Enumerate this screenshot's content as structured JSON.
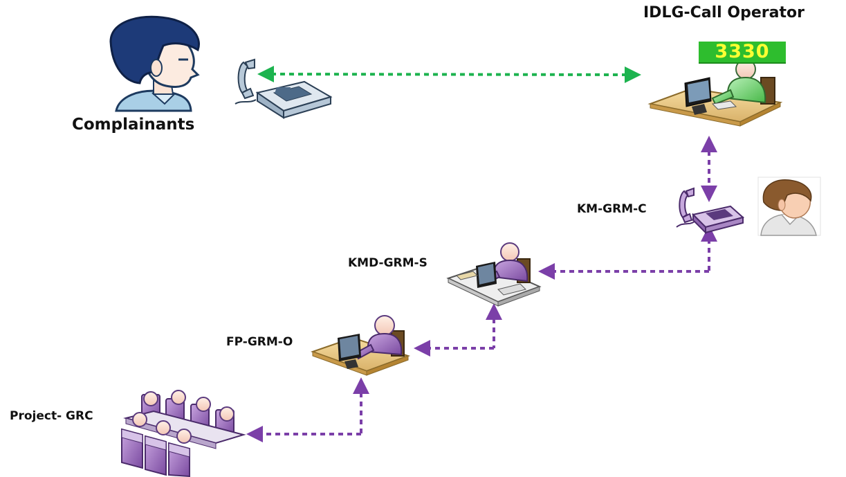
{
  "labels": {
    "complainants": "Complainants",
    "call_operator": "IDLG-Call Operator",
    "hotline": "3330",
    "km_grm_c": "KM-GRM-C",
    "kmd_grm_s": "KMD-GRM-S",
    "fp_grm_o": "FP-GRM-O",
    "project_grc": "Project- GRC"
  },
  "colors": {
    "green_arrow": "#1db34f",
    "purple_arrow": "#7b3fa8",
    "badge_bg": "#2ebd2e",
    "badge_text": "#ffff33"
  }
}
